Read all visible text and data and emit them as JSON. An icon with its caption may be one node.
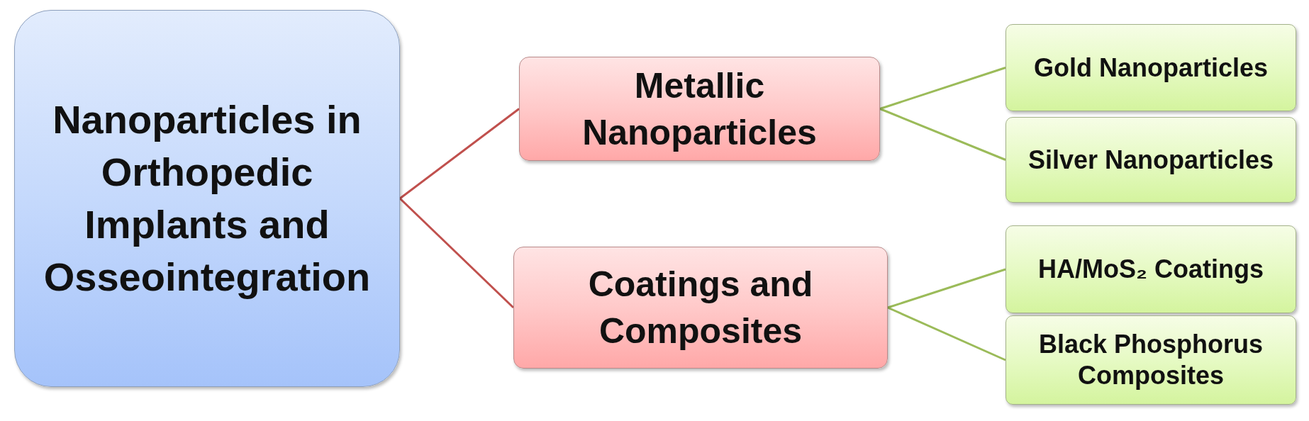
{
  "diagram": {
    "nodes": [
      {
        "text": [
          "Nanoparticles in Orthopedic Implants and Osseointegration"
        ]
      },
      {
        "text": [
          "Metallic Nanoparticles"
        ]
      },
      {
        "text": [
          "Gold Nanoparticles"
        ]
      },
      {
        "text": [
          "Silver Nanoparticles"
        ]
      },
      {
        "text": [
          "Coatings and Composites"
        ]
      },
      {
        "text": [
          "HA/MoS₂ Coatings"
        ]
      },
      {
        "text": [
          "Black Phosphorus Composites"
        ]
      }
    ],
    "edges": [
      {
        "from": 0,
        "to": 1,
        "arrow": "none",
        "color": "#c0504d"
      },
      {
        "from": 0,
        "to": 4,
        "arrow": "none",
        "color": "#c0504d"
      },
      {
        "from": 1,
        "to": 2,
        "arrow": "none",
        "color": "#9bbb59"
      },
      {
        "from": 1,
        "to": 3,
        "arrow": "none",
        "color": "#9bbb59"
      },
      {
        "from": 4,
        "to": 5,
        "arrow": "none",
        "color": "#9bbb59"
      },
      {
        "from": 4,
        "to": 6,
        "arrow": "none",
        "color": "#9bbb59"
      }
    ]
  }
}
